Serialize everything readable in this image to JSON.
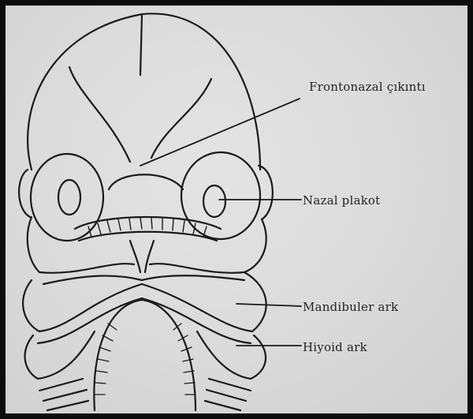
{
  "diagram": {
    "labels": {
      "frontonasal": "Frontonazal çıkıntı",
      "nasal_placode": "Nazal plakot",
      "mandibular_arch": "Mandibuler ark",
      "hyoid_arch": "Hiyoid ark"
    }
  }
}
